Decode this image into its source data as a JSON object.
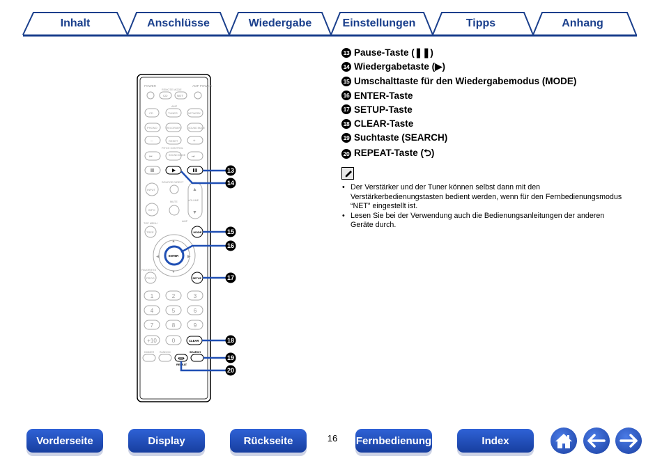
{
  "tabs": [
    "Inhalt",
    "Anschlüsse",
    "Wiedergabe",
    "Einstellungen",
    "Tipps",
    "Anhang"
  ],
  "remote": {
    "power": "POWER",
    "remote_mode": "REMOTE MODE",
    "amp_power": "AMP POWER",
    "cd": "CD",
    "net": "NET",
    "amp": "AMP",
    "tuner": "TUNER",
    "network": "NETWORK",
    "phono": "PHONO",
    "recorder": "RECORDER",
    "sound_mode": "SOUND MODE",
    "reset": "RESET",
    "pitch_control": "PITCH CONTROL",
    "source_direct": "SOURCE DIRECT",
    "input": "INPUT",
    "info": "INFO",
    "mute": "MUTE",
    "volume": "VOLUME",
    "top_menu": "TOP MENU",
    "tree": "TREE",
    "mode": "MODE",
    "enter": "ENTER",
    "favorites": "FAVORITES",
    "prog": "PROG",
    "setup": "SETUP",
    "numbers": [
      "1",
      "2",
      "3",
      "4",
      "5",
      "6",
      "7",
      "8",
      "9",
      "+10",
      "0"
    ],
    "clear": "CLEAR",
    "dimmer": "DIMMER",
    "random": "RANDOM",
    "search": "SEARCH",
    "repeat": "REPEAT"
  },
  "callouts": [
    "13",
    "14",
    "15",
    "16",
    "17",
    "18",
    "19",
    "20"
  ],
  "legend": [
    {
      "num": "13",
      "text": "Pause-Taste (❚❚)"
    },
    {
      "num": "14",
      "text": "Wiedergabetaste (▶)"
    },
    {
      "num": "15",
      "text": "Umschalttaste für den Wiedergabemodus (MODE)"
    },
    {
      "num": "16",
      "text": "ENTER-Taste"
    },
    {
      "num": "17",
      "text": "SETUP-Taste"
    },
    {
      "num": "18",
      "text": "CLEAR-Taste"
    },
    {
      "num": "19",
      "text": "Suchtaste (SEARCH)"
    },
    {
      "num": "20",
      "text": "REPEAT-Taste (⮌)"
    }
  ],
  "notes": [
    "Der Verstärker und der Tuner können selbst dann mit den Verstärkerbedienungstasten bedient werden, wenn für den Fernbedienungsmodus “NET” eingestellt ist.",
    "Lesen Sie bei der Verwendung auch die Bedienungsanleitungen der anderen Geräte durch."
  ],
  "bottom_nav": {
    "front": "Vorderseite",
    "display": "Display",
    "back": "Rückseite",
    "page": "16",
    "remote": "Fernbedienung",
    "index": "Index"
  },
  "icons": {
    "note": "pencil-icon",
    "home": "home-icon",
    "prev": "arrow-left-icon",
    "next": "arrow-right-icon"
  },
  "colors": {
    "accent": "#1a3f8c",
    "callout_line": "#1f4fb4",
    "button": "#2a56c6"
  }
}
